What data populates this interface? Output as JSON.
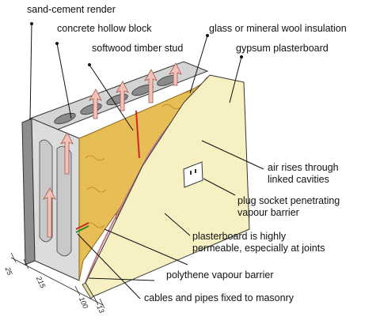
{
  "labels": {
    "render": "sand-cement render",
    "block": "concrete hollow block",
    "stud": "softwood timber stud",
    "insulation": "glass or mineral wool insulation",
    "plasterboard": "gypsum plasterboard",
    "air_1": "air rises through",
    "air_2": "linked cavities",
    "socket_1": "plug socket penetrating",
    "socket_2": "vapour barrier",
    "perm_1": "plasterboard is highly",
    "perm_2": "permeable, especially at joints",
    "vapour": "polythene vapour barrier",
    "cables": "cables and pipes fixed to masonry"
  },
  "dimensions": {
    "render": "25",
    "block": "215",
    "stud": "100",
    "board": "13"
  },
  "colors": {
    "plasterboard": "#f7f0c2",
    "insulation": "#e7bd55",
    "timber": "#c9a06b",
    "block_face": "#dcdcdc",
    "render": "#8d8d8d",
    "arrow": "#f2c2b8",
    "vapour_barrier": "#c07a8a"
  },
  "icons": [
    "air-arrow-icon",
    "plug-socket-icon"
  ]
}
